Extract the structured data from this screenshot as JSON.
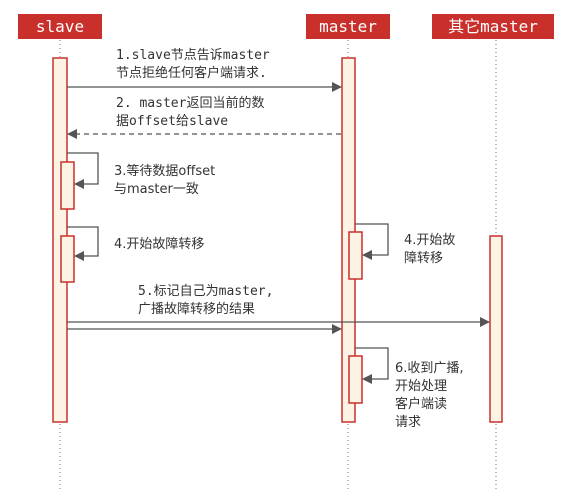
{
  "actors": {
    "slave": "slave",
    "master": "master",
    "other_master": "其它master"
  },
  "messages": {
    "m1_line1": "1.slave节点告诉master",
    "m1_line2": "节点拒绝任何客户端请求.",
    "m2_line1": "2. master返回当前的数",
    "m2_line2": "据offset给slave",
    "m3_line1": "3.等待数据offset",
    "m3_line2": "与master一致",
    "m4_slave": "4.开始故障转移",
    "m4_master_line1": "4.开始故",
    "m4_master_line2": "障转移",
    "m5_line1": "5.标记自己为master,",
    "m5_line2": "广播故障转移的结果",
    "m6_line1": "6.收到广播,",
    "m6_line2": "开始处理",
    "m6_line3": "客户端读",
    "m6_line4": "请求"
  },
  "colors": {
    "actor_bg": "#c9302c",
    "activation_border": "#c9302c",
    "activation_fill": "#fdf3e4",
    "arrow": "#555555"
  }
}
